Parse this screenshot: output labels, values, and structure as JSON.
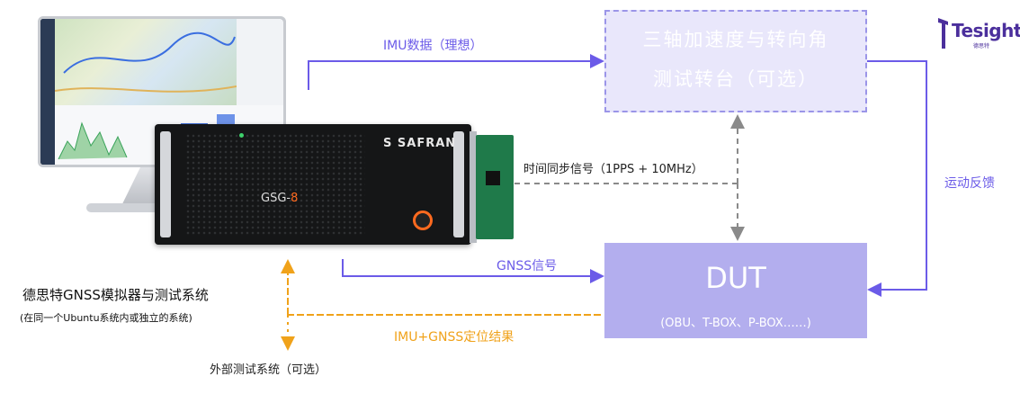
{
  "diagram": {
    "turntable": {
      "line1": "三轴加速度与转向角",
      "line2": "测试转台（可选）"
    },
    "dut": {
      "title": "DUT",
      "subtitle": "(OBU、T-BOX、P-BOX……)"
    },
    "labels": {
      "imu_data": "IMU数据（理想）",
      "time_sync": "时间同步信号（1PPS + 10MHz）",
      "motion_feedback": "运动反馈",
      "gnss_signal": "GNSS信号",
      "imu_gnss_result": "IMU+GNSS定位结果",
      "external_system": "外部测试系统（可选）"
    },
    "system": {
      "title": "德思特GNSS模拟器与测试系统",
      "subtitle": "(在同一个Ubuntu系统内或独立的系统)"
    },
    "equipment": {
      "brand": "SAFRAN",
      "model_prefix": "GSG-",
      "model_suffix": "8"
    },
    "logo": {
      "text": "Tesight",
      "sub": "德思特"
    },
    "colors": {
      "purple": "#6b5be8",
      "orange": "#f0a21a",
      "gray": "#8a8a8a",
      "dut": "#b3aeee",
      "turntable": "#e9e7fb"
    }
  }
}
